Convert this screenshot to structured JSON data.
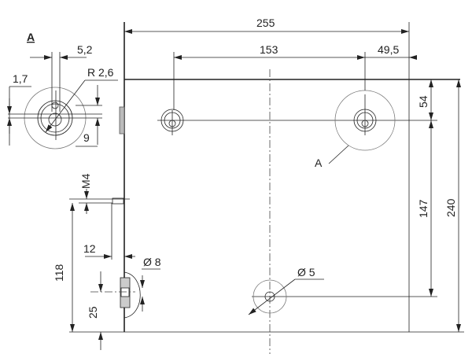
{
  "detail": {
    "label": "A",
    "dims": {
      "slot_width": "5,2",
      "radius": "R 2,6",
      "offset": "1,7",
      "height": "9"
    }
  },
  "dimensions": {
    "width_total": "255",
    "hole_spacing": "153",
    "right_offset": "49,5",
    "top_to_holes": "54",
    "holes_to_bottom_hole": "147",
    "height_total": "240",
    "bottom_hole_diameter": "Ø 5",
    "thread": "M4",
    "screw_depth": "12",
    "grommet_diameter": "Ø 8",
    "screw_height": "118",
    "grommet_height": "25"
  },
  "callout": {
    "label": "A"
  }
}
